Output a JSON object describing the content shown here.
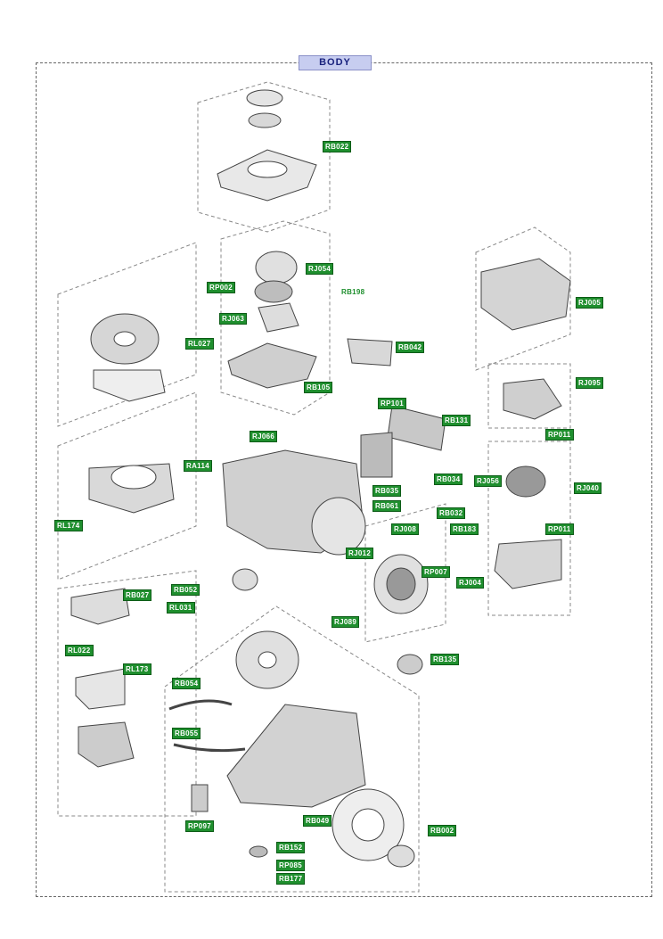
{
  "section": {
    "title": "BODY"
  },
  "colors": {
    "label_bg": "#1f8f2e",
    "label_text": "#ffffff",
    "tab_bg": "#c7cdf0",
    "tab_text": "#1a237e",
    "line": "#555555"
  },
  "labels": [
    {
      "id": "RB022",
      "text": "RB022"
    },
    {
      "id": "RJ054",
      "text": "RJ054"
    },
    {
      "id": "RP002",
      "text": "RP002"
    },
    {
      "id": "RB198",
      "text": "RB198"
    },
    {
      "id": "RJ063",
      "text": "RJ063"
    },
    {
      "id": "RL027",
      "text": "RL027"
    },
    {
      "id": "RB042",
      "text": "RB042"
    },
    {
      "id": "RB105",
      "text": "RB105"
    },
    {
      "id": "RJ005",
      "text": "RJ005"
    },
    {
      "id": "RJ095",
      "text": "RJ095"
    },
    {
      "id": "RP101",
      "text": "RP101"
    },
    {
      "id": "RB131",
      "text": "RB131"
    },
    {
      "id": "RJ066",
      "text": "RJ066"
    },
    {
      "id": "RP011a",
      "text": "RP011"
    },
    {
      "id": "RA114",
      "text": "RA114"
    },
    {
      "id": "RB034",
      "text": "RB034"
    },
    {
      "id": "RJ056",
      "text": "RJ056"
    },
    {
      "id": "RJ040",
      "text": "RJ040"
    },
    {
      "id": "RB035",
      "text": "RB035"
    },
    {
      "id": "RB061",
      "text": "RB061"
    },
    {
      "id": "RL174",
      "text": "RL174"
    },
    {
      "id": "RB032",
      "text": "RB032"
    },
    {
      "id": "RJ008",
      "text": "RJ008"
    },
    {
      "id": "RB183",
      "text": "RB183"
    },
    {
      "id": "RP011b",
      "text": "RP011"
    },
    {
      "id": "RJ012",
      "text": "RJ012"
    },
    {
      "id": "RP007",
      "text": "RP007"
    },
    {
      "id": "RB052",
      "text": "RB052"
    },
    {
      "id": "RB027",
      "text": "RB027"
    },
    {
      "id": "RJ004",
      "text": "RJ004"
    },
    {
      "id": "RL031",
      "text": "RL031"
    },
    {
      "id": "RJ089",
      "text": "RJ089"
    },
    {
      "id": "RL022",
      "text": "RL022"
    },
    {
      "id": "RL173",
      "text": "RL173"
    },
    {
      "id": "RB135",
      "text": "RB135"
    },
    {
      "id": "RB054",
      "text": "RB054"
    },
    {
      "id": "RB055",
      "text": "RB055"
    },
    {
      "id": "RP097",
      "text": "RP097"
    },
    {
      "id": "RB049",
      "text": "RB049"
    },
    {
      "id": "RB002",
      "text": "RB002"
    },
    {
      "id": "RB152",
      "text": "RB152"
    },
    {
      "id": "RP085",
      "text": "RP085"
    },
    {
      "id": "RB177",
      "text": "RB177"
    }
  ]
}
